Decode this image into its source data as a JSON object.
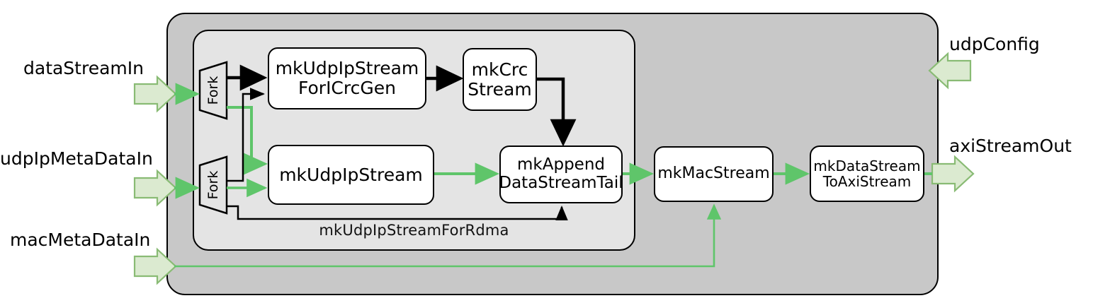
{
  "diagram": {
    "title": "mkUdpIpArpEthRxTx datapath block diagram",
    "outer_module_label": "",
    "inner_module_label": "mkUdpIpStreamForRdma",
    "colors": {
      "outer_fill": "#c8c8c8",
      "inner_fill": "#e4e4e4",
      "module_fill": "#ffffff",
      "green_wire": "#5fc56a",
      "green_arrow_fill": "#dbead0",
      "green_arrow_stroke": "#89bb74",
      "black_wire": "#000000"
    }
  },
  "inputs": [
    {
      "name": "dataStreamIn",
      "label": "dataStreamIn",
      "direction": "in"
    },
    {
      "name": "udpIpMetaDataIn",
      "label": "udpIpMetaDataIn",
      "direction": "in"
    },
    {
      "name": "macMetaDataIn",
      "label": "macMetaDataIn",
      "direction": "in"
    },
    {
      "name": "udpConfig",
      "label": "udpConfig",
      "direction": "in"
    }
  ],
  "outputs": [
    {
      "name": "axiStreamOut",
      "label": "axiStreamOut",
      "direction": "out"
    }
  ],
  "forks": [
    {
      "label": "Fork"
    },
    {
      "label": "Fork"
    }
  ],
  "modules": [
    {
      "id": "mkUdpIpStreamForICrcGen",
      "line1": "mkUdpIpStream",
      "line2": "ForICrcGen"
    },
    {
      "id": "mkCrcStream",
      "line1": "mkCrc",
      "line2": "Stream"
    },
    {
      "id": "mkUdpIpStream",
      "line1": "mkUdpIpStream",
      "line2": ""
    },
    {
      "id": "mkAppendDataStreamTail",
      "line1": "mkAppend",
      "line2": "DataStreamTail"
    },
    {
      "id": "mkMacStream",
      "line1": "mkMacStream",
      "line2": ""
    },
    {
      "id": "mkDataStreamToAxiStream",
      "line1": "mkDataStream",
      "line2": "ToAxiStream"
    }
  ]
}
